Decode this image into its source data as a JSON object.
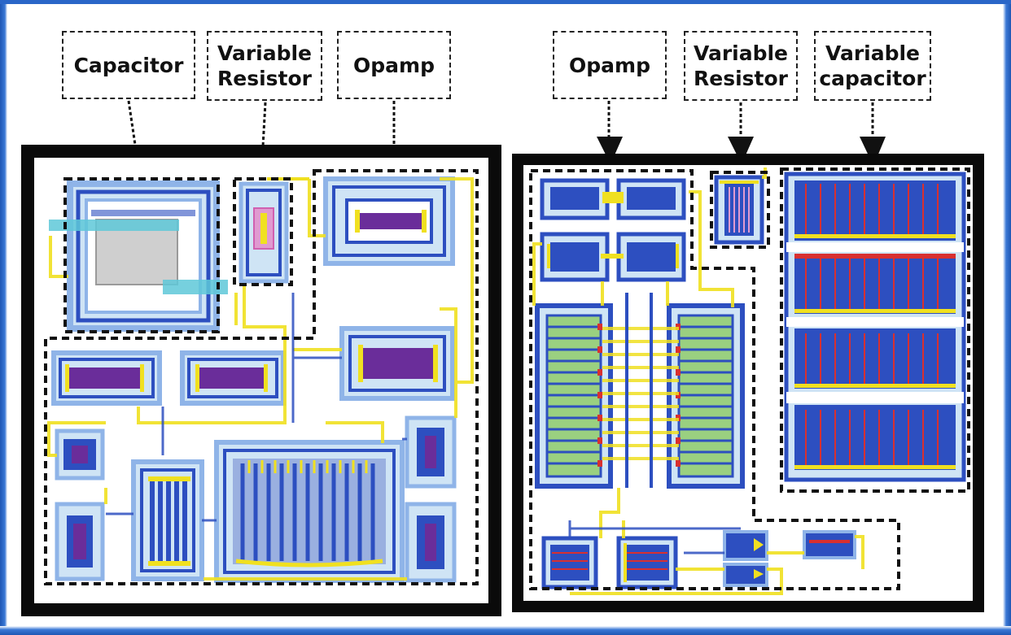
{
  "left_panel": {
    "labels": [
      {
        "id": "capacitor",
        "text": "Capacitor"
      },
      {
        "id": "variable-resistor",
        "text": "Variable\nResistor"
      },
      {
        "id": "opamp",
        "text": "Opamp"
      }
    ]
  },
  "right_panel": {
    "labels": [
      {
        "id": "opamp",
        "text": "Opamp"
      },
      {
        "id": "variable-resistor",
        "text": "Variable\nResistor"
      },
      {
        "id": "variable-capacitor",
        "text": "Variable\ncapacitor"
      }
    ]
  },
  "colors": {
    "frame": "#0a0a0a",
    "metal_blue": "#2d4fc0",
    "light_blue": "#8fb4e8",
    "wire_yellow": "#f0e020",
    "poly_purple": "#6a2d9a",
    "diffusion_green": "#6ab04c",
    "contact_red": "#d83030",
    "cyan": "#5ec8d8"
  }
}
